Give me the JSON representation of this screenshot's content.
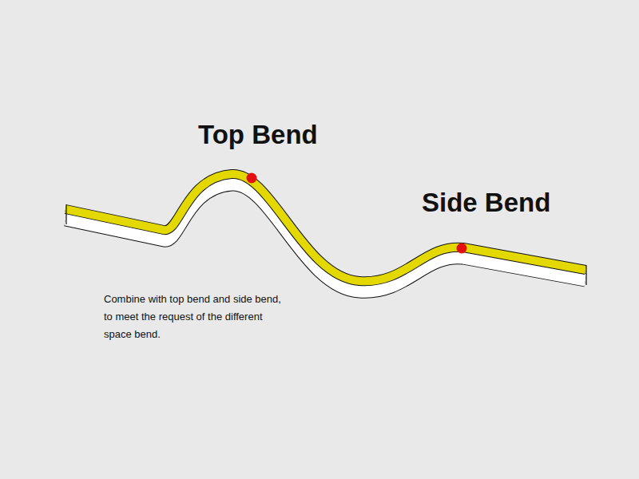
{
  "diagram": {
    "labels": [
      "Top Bend",
      "Side Bend",
      "Combine with top bend and side bend, to meet the request of the different space bend."
    ]
  }
}
